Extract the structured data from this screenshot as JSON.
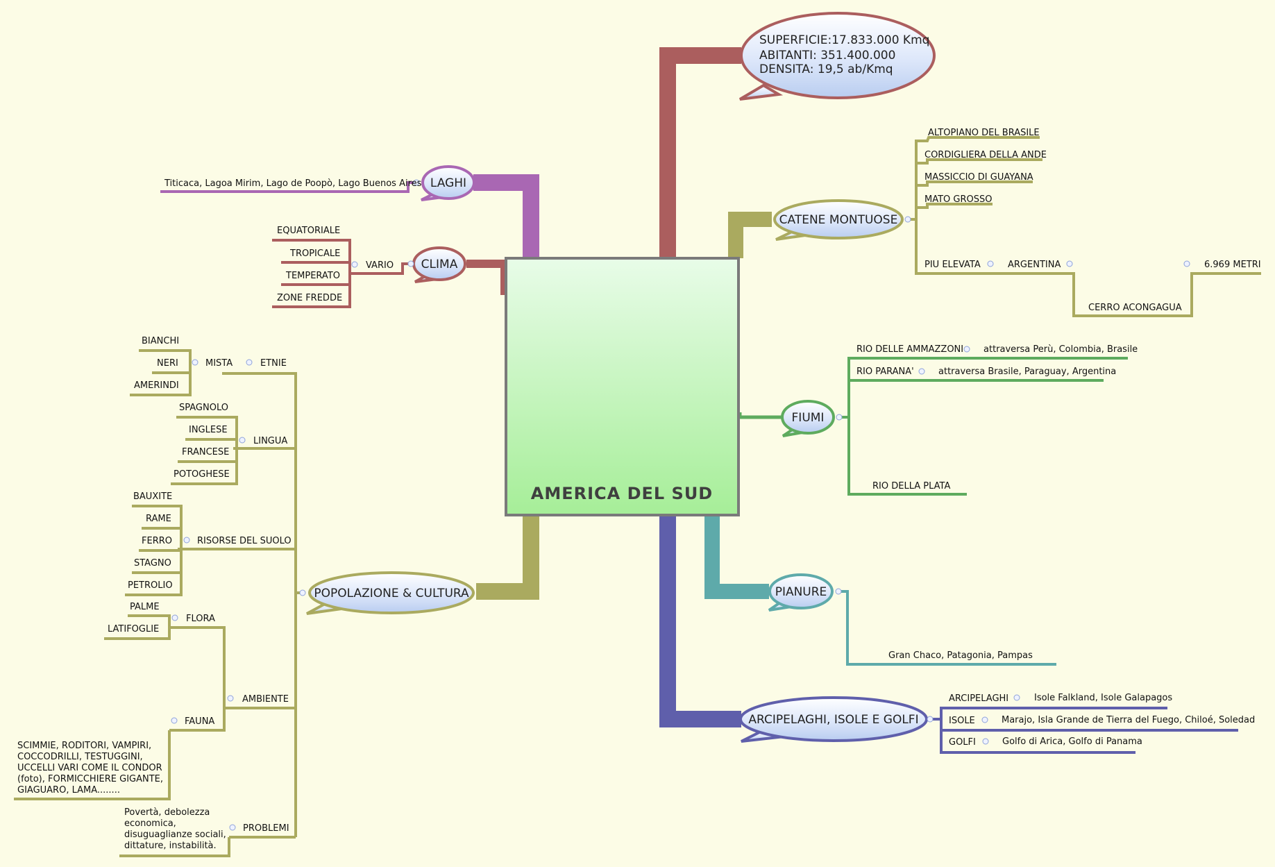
{
  "center": {
    "title": "AMERICA DEL SUD"
  },
  "colors": {
    "background": "#fcfce6",
    "stats": "#ab5e5e",
    "laghi": "#a967b3",
    "clima": "#ab5e5e",
    "montagne": "#aaaa5f",
    "fiumi": "#5eab5e",
    "pianure": "#5eaaaa",
    "arcipelaghi": "#5f5fab",
    "popolazione": "#aaaa5f"
  },
  "stats": {
    "line1": "SUPERFICIE:17.833.000 Kmq",
    "line2": "ABITANTI: 351.400.000",
    "line3": "DENSITA: 19,5 ab/Kmq"
  },
  "laghi": {
    "label": "LAGHI",
    "items": "Titicaca, Lagoa Mirim, Lago de Poopò, Lago Buenos Aires"
  },
  "clima": {
    "label": "CLIMA",
    "vario": "VARIO",
    "types": [
      "EQUATORIALE",
      "TROPICALE",
      "TEMPERATO",
      "ZONE FREDDE"
    ]
  },
  "catene": {
    "label": "CATENE MONTUOSE",
    "items": [
      "ALTOPIANO DEL BRASILE",
      "CORDIGLIERA DELLA ANDE",
      "MASSICCIO DI GUAYANA",
      "MATO GROSSO"
    ],
    "piu_elevata": "PIU ELEVATA",
    "argentina": "ARGENTINA",
    "metri": "6.969 METRI",
    "cerro": "CERRO ACONGAGUA"
  },
  "fiumi": {
    "label": "FIUMI",
    "amazzoni": "RIO DELLE AMMAZZONI",
    "amazzoni_detail": "attraversa Perù, Colombia, Brasile",
    "parana": "RIO PARANA'",
    "parana_detail": "attraversa Brasile, Paraguay, Argentina",
    "plata": "RIO DELLA PLATA"
  },
  "pianure": {
    "label": "PIANURE",
    "items": "Gran Chaco, Patagonia, Pampas"
  },
  "arcipelaghi": {
    "label": "ARCIPELAGHI, ISOLE E GOLFI",
    "rows": [
      {
        "name": "ARCIPELAGHI",
        "detail": "Isole Falkland, Isole Galapagos"
      },
      {
        "name": "ISOLE",
        "detail": "Marajo, Isla Grande de Tierra del Fuego, Chiloé, Soledad"
      },
      {
        "name": "GOLFI",
        "detail": "Golfo di Arica, Golfo di Panama"
      }
    ]
  },
  "popolazione": {
    "label": "POPOLAZIONE & CULTURA",
    "etnie": "ETNIE",
    "mista": "MISTA",
    "etnie_items": [
      "BIANCHI",
      "NERI",
      "AMERINDI"
    ],
    "lingua": "LINGUA",
    "lingua_items": [
      "SPAGNOLO",
      "INGLESE",
      "FRANCESE",
      "POTOGHESE"
    ],
    "risorse": "RISORSE DEL SUOLO",
    "risorse_items": [
      "BAUXITE",
      "RAME",
      "FERRO",
      "STAGNO",
      "PETROLIO"
    ],
    "ambiente": "AMBIENTE",
    "flora": "FLORA",
    "flora_items": [
      "PALME",
      "LATIFOGLIE"
    ],
    "fauna": "FAUNA",
    "fauna_text": [
      "SCIMMIE, RODITORI, VAMPIRI,",
      "COCCODRILLI, TESTUGGINI,",
      "UCCELLI VARI COME IL CONDOR",
      " (foto), FORMICCHIERE GIGANTE,",
      "GIAGUARO, LAMA........"
    ],
    "problemi": "PROBLEMI",
    "problemi_text": [
      "Povertà, debolezza",
      "economica,",
      "disuguaglianze sociali,",
      "dittature, instabilità."
    ]
  }
}
